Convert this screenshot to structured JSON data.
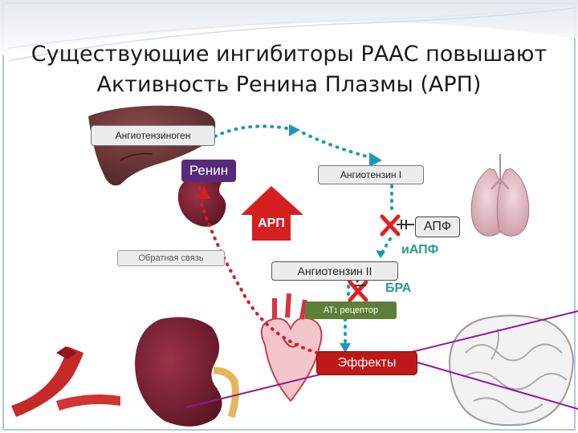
{
  "title": {
    "line1": "Существующие ингибиторы РААС повышают",
    "line2": "Активность Ренина Плазмы (АРП)"
  },
  "labels": {
    "angiotensinogen": "Ангиотензиноген",
    "renin": "Ренин",
    "angiotensin_1": "Ангиотензин I",
    "arp": "АРП",
    "apf": "АПФ",
    "iapf": "иАПФ",
    "feedback": "Обратная связь",
    "angiotensin_2": "Ангиотензин II",
    "bra": "БРА",
    "at1_prefix": "АТ",
    "at1_sub": "1",
    "at1_suffix": " рецептор",
    "effects": "Эффекты"
  },
  "colors": {
    "dotted_arrow": "#1a9ab8",
    "feedback_arrow": "#d42020",
    "block_cross": "#e02020",
    "renin_box": "#5a2a7a",
    "arp_arrow": "#d42020",
    "iapf_text": "#2a9a8a",
    "bra_text": "#2a9a8a",
    "at1_box": "#5d7f3a",
    "effects_box": "#c01818",
    "purple_line": "#8a1a9a"
  },
  "icons": [
    "liver-icon",
    "kidney-icon",
    "lungs-icon",
    "brain-icon",
    "heart-icon",
    "blood-vessel-icon"
  ]
}
